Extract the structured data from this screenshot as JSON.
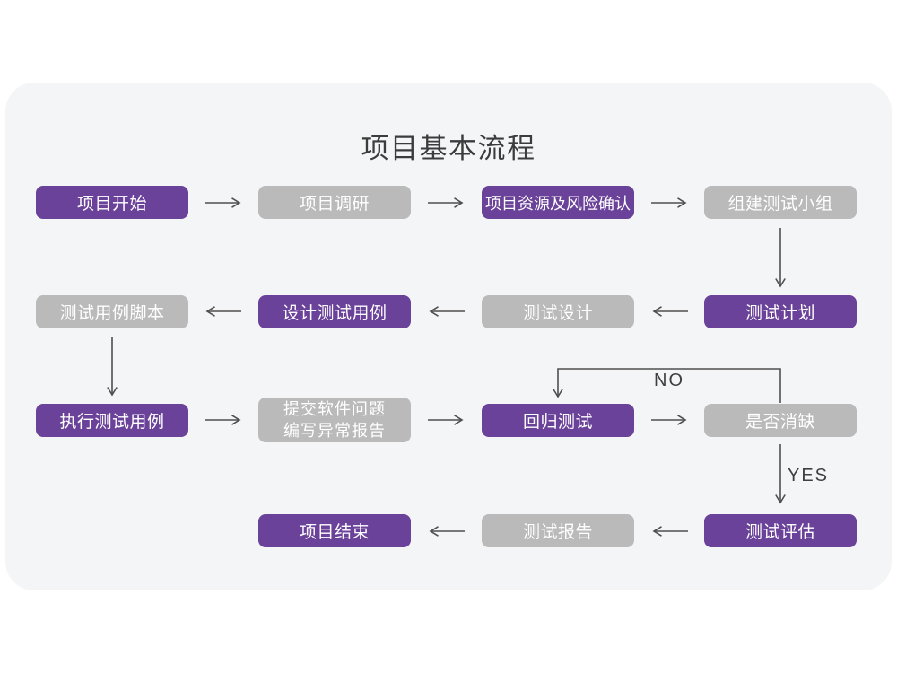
{
  "title": "项目基本流程",
  "colors": {
    "page_bg": "#ffffff",
    "canvas_bg": "#f4f5f6",
    "node_primary": "#6b4299",
    "node_secondary": "#bababa",
    "node_text": "#ffffff",
    "arrow": "#4f4f4f",
    "label_text": "#3f3f3f",
    "title_text": "#3c3c3c"
  },
  "nodes": [
    {
      "id": "project-start",
      "label": "项目开始",
      "variant": "primary"
    },
    {
      "id": "project-research",
      "label": "项目调研",
      "variant": "secondary"
    },
    {
      "id": "project-resources-risk",
      "label": "项目资源及风险确认",
      "variant": "primary"
    },
    {
      "id": "build-test-team",
      "label": "组建测试小组",
      "variant": "secondary"
    },
    {
      "id": "test-plan",
      "label": "测试计划",
      "variant": "primary"
    },
    {
      "id": "test-design",
      "label": "测试设计",
      "variant": "secondary"
    },
    {
      "id": "design-test-cases",
      "label": "设计测试用例",
      "variant": "primary"
    },
    {
      "id": "test-case-scripts",
      "label": "测试用例脚本",
      "variant": "secondary"
    },
    {
      "id": "execute-test-cases",
      "label": "执行测试用例",
      "variant": "primary"
    },
    {
      "id": "submit-issue-report",
      "label": "提交软件问题\n编写异常报告",
      "variant": "secondary"
    },
    {
      "id": "regression-test",
      "label": "回归测试",
      "variant": "primary"
    },
    {
      "id": "defect-resolved",
      "label": "是否消缺",
      "variant": "secondary"
    },
    {
      "id": "test-evaluation",
      "label": "测试评估",
      "variant": "primary"
    },
    {
      "id": "test-report",
      "label": "测试报告",
      "variant": "secondary"
    },
    {
      "id": "project-end",
      "label": "项目结束",
      "variant": "primary"
    }
  ],
  "edges": {
    "no_label": "NO",
    "yes_label": "YES",
    "connections": [
      {
        "from": "项目开始",
        "to": "项目调研"
      },
      {
        "from": "项目调研",
        "to": "项目资源及风险确认"
      },
      {
        "from": "项目资源及风险确认",
        "to": "组建测试小组"
      },
      {
        "from": "组建测试小组",
        "to": "测试计划"
      },
      {
        "from": "测试计划",
        "to": "测试设计"
      },
      {
        "from": "测试设计",
        "to": "设计测试用例"
      },
      {
        "from": "设计测试用例",
        "to": "测试用例脚本"
      },
      {
        "from": "测试用例脚本",
        "to": "执行测试用例"
      },
      {
        "from": "执行测试用例",
        "to": "提交软件问题 编写异常报告"
      },
      {
        "from": "提交软件问题 编写异常报告",
        "to": "回归测试"
      },
      {
        "from": "回归测试",
        "to": "是否消缺"
      },
      {
        "from": "是否消缺",
        "to": "回归测试",
        "label": "NO"
      },
      {
        "from": "是否消缺",
        "to": "测试评估",
        "label": "YES"
      },
      {
        "from": "测试评估",
        "to": "测试报告"
      },
      {
        "from": "测试报告",
        "to": "项目结束"
      }
    ]
  }
}
